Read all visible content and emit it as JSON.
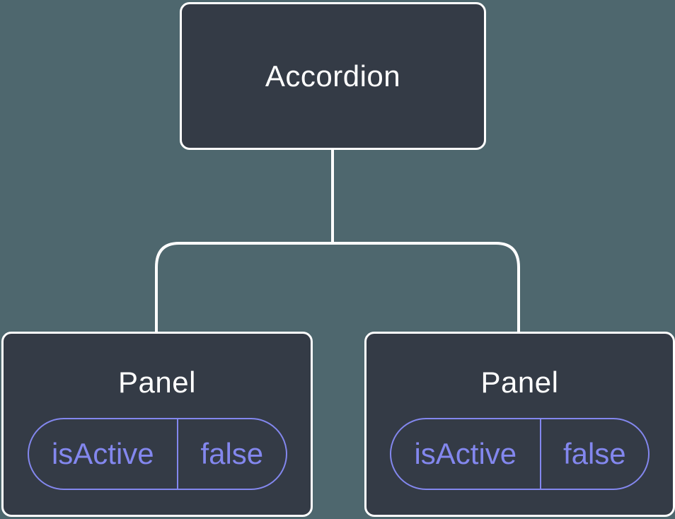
{
  "diagram": {
    "type": "component-tree",
    "colors": {
      "background": "#4e676e",
      "node_fill": "#343b46",
      "node_border": "#ffffff",
      "connector": "#ffffff",
      "state_accent": "#8387ee",
      "node_text": "#ffffff"
    },
    "root": {
      "label": "Accordion"
    },
    "children": [
      {
        "label": "Panel",
        "state": {
          "name": "isActive",
          "value": "false"
        }
      },
      {
        "label": "Panel",
        "state": {
          "name": "isActive",
          "value": "false"
        }
      }
    ]
  }
}
